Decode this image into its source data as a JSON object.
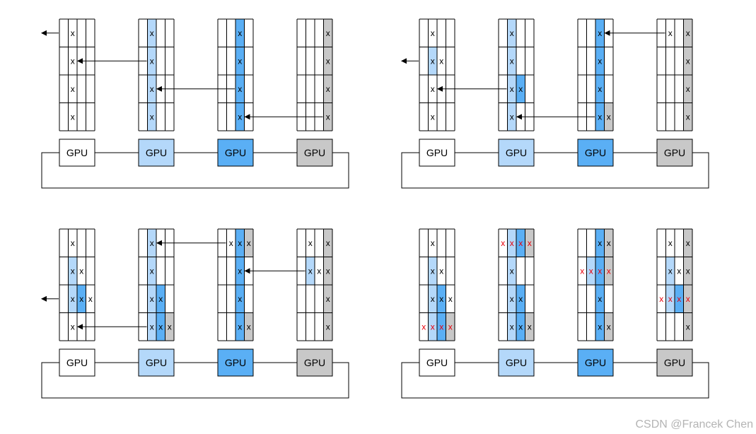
{
  "gpu_label": "GPU",
  "mark": "x",
  "watermark": "CSDN @Francek Chen",
  "colors": {
    "gpu_fills": [
      "#ffffff",
      "#b4d8fa",
      "#5aaff5",
      "#c8c8c8"
    ],
    "mark_default": "#000000",
    "mark_highlight": "#e8000b",
    "stroke": "#000000"
  },
  "panels": [
    {
      "name": "panel-top-left",
      "gpus": [
        {
          "fill_cols": [],
          "grid": [
            [
              "",
              "x",
              "",
              ""
            ],
            [
              "",
              "x",
              "",
              ""
            ],
            [
              "",
              "x",
              "",
              ""
            ],
            [
              "",
              "x",
              "",
              ""
            ]
          ]
        },
        {
          "fill_cols": [
            1
          ],
          "grid": [
            [
              "",
              "x",
              "",
              ""
            ],
            [
              "",
              "x",
              "",
              ""
            ],
            [
              "",
              "x",
              "",
              ""
            ],
            [
              "",
              "x",
              "",
              ""
            ]
          ]
        },
        {
          "fill_cols": [
            2
          ],
          "grid": [
            [
              "",
              "",
              "x",
              ""
            ],
            [
              "",
              "",
              "x",
              ""
            ],
            [
              "",
              "",
              "x",
              ""
            ],
            [
              "",
              "",
              "x",
              ""
            ]
          ]
        },
        {
          "fill_cols": [
            3
          ],
          "grid": [
            [
              "",
              "",
              "",
              "x"
            ],
            [
              "",
              "",
              "",
              "x"
            ],
            [
              "",
              "",
              "",
              "x"
            ],
            [
              "",
              "",
              "",
              "x"
            ]
          ]
        }
      ],
      "arrows": [
        {
          "from_gpu": 0,
          "to_gpu": -1,
          "row": 0
        },
        {
          "from_gpu": 1,
          "to_gpu": 0,
          "row": 1
        },
        {
          "from_gpu": 2,
          "to_gpu": 1,
          "row": 2
        },
        {
          "from_gpu": 3,
          "to_gpu": 2,
          "row": 3
        }
      ]
    },
    {
      "name": "panel-top-right",
      "gpus": [
        {
          "fill_cols": [],
          "extra": [
            [
              1,
              1,
              1
            ]
          ],
          "grid": [
            [
              "",
              "x",
              "",
              ""
            ],
            [
              "",
              "x",
              "x",
              ""
            ],
            [
              "",
              "x",
              "",
              ""
            ],
            [
              "",
              "x",
              "",
              ""
            ]
          ]
        },
        {
          "fill_cols": [
            1
          ],
          "extra": [
            [
              2,
              2,
              2
            ]
          ],
          "grid": [
            [
              "",
              "x",
              "",
              ""
            ],
            [
              "",
              "x",
              "",
              ""
            ],
            [
              "",
              "x",
              "x",
              ""
            ],
            [
              "",
              "x",
              "",
              ""
            ]
          ]
        },
        {
          "fill_cols": [
            2
          ],
          "extra": [
            [
              3,
              3,
              3
            ]
          ],
          "grid": [
            [
              "",
              "",
              "x",
              ""
            ],
            [
              "",
              "",
              "x",
              ""
            ],
            [
              "",
              "",
              "x",
              ""
            ],
            [
              "",
              "",
              "x",
              "x"
            ]
          ]
        },
        {
          "fill_cols": [
            3
          ],
          "extra": [
            [
              0,
              0,
              0
            ]
          ],
          "grid": [
            [
              "",
              "x",
              "",
              "x"
            ],
            [
              "",
              "",
              "",
              "x"
            ],
            [
              "",
              "",
              "",
              "x"
            ],
            [
              "",
              "",
              "",
              "x"
            ]
          ]
        }
      ],
      "arrows": [
        {
          "from_gpu": 0,
          "to_gpu": -1,
          "row": 1
        },
        {
          "from_gpu": 1,
          "to_gpu": 0,
          "row": 2
        },
        {
          "from_gpu": 2,
          "to_gpu": 1,
          "row": 3
        },
        {
          "from_gpu": 3,
          "to_gpu": 2,
          "row": 0
        }
      ]
    },
    {
      "name": "panel-bottom-left",
      "gpus": [
        {
          "fill_cols": [],
          "extra": [
            [
              1,
              1,
              1
            ],
            [
              2,
              1,
              1
            ],
            [
              2,
              2,
              2
            ]
          ],
          "grid": [
            [
              "",
              "x",
              "",
              ""
            ],
            [
              "",
              "x",
              "x",
              ""
            ],
            [
              "",
              "x",
              "x",
              "x"
            ],
            [
              "",
              "x",
              "",
              ""
            ]
          ]
        },
        {
          "fill_cols": [
            1
          ],
          "extra": [
            [
              2,
              2,
              2
            ],
            [
              3,
              2,
              2
            ],
            [
              3,
              3,
              3
            ]
          ],
          "grid": [
            [
              "",
              "x",
              "",
              ""
            ],
            [
              "",
              "x",
              "",
              ""
            ],
            [
              "",
              "x",
              "x",
              ""
            ],
            [
              "",
              "x",
              "x",
              "x"
            ]
          ]
        },
        {
          "fill_cols": [
            2
          ],
          "extra": [
            [
              3,
              3,
              3
            ],
            [
              0,
              3,
              3
            ],
            [
              0,
              0,
              0
            ]
          ],
          "grid": [
            [
              "",
              "x",
              "x",
              "x"
            ],
            [
              "",
              "",
              "x",
              ""
            ],
            [
              "",
              "",
              "x",
              ""
            ],
            [
              "",
              "",
              "x",
              "x"
            ]
          ]
        },
        {
          "fill_cols": [
            3
          ],
          "extra": [
            [
              0,
              0,
              0
            ],
            [
              1,
              0,
              0
            ],
            [
              1,
              1,
              1
            ]
          ],
          "grid": [
            [
              "",
              "x",
              "",
              "x"
            ],
            [
              "",
              "x",
              "x",
              "x"
            ],
            [
              "",
              "",
              "",
              "x"
            ],
            [
              "",
              "",
              "",
              "x"
            ]
          ]
        }
      ],
      "arrows": [
        {
          "from_gpu": 0,
          "to_gpu": -1,
          "row": 2
        },
        {
          "from_gpu": 1,
          "to_gpu": 0,
          "row": 3
        },
        {
          "from_gpu": 2,
          "to_gpu": 1,
          "row": 0
        },
        {
          "from_gpu": 3,
          "to_gpu": 2,
          "row": 1
        }
      ]
    },
    {
      "name": "panel-bottom-right",
      "gpus": [
        {
          "fill_cols": [],
          "extra": [
            [
              1,
              1,
              1
            ],
            [
              2,
              1,
              1
            ],
            [
              2,
              2,
              2
            ],
            [
              3,
              1,
              1
            ],
            [
              3,
              2,
              2
            ],
            [
              3,
              3,
              3
            ]
          ],
          "grid": [
            [
              "",
              "x",
              "",
              ""
            ],
            [
              "",
              "x",
              "x",
              ""
            ],
            [
              "",
              "x",
              "x",
              "x"
            ],
            [
              "x",
              "x",
              "x",
              "x"
            ]
          ],
          "red": [
            [
              3,
              0
            ],
            [
              3,
              1
            ],
            [
              3,
              2
            ],
            [
              3,
              3
            ]
          ]
        },
        {
          "fill_cols": [
            1
          ],
          "extra": [
            [
              2,
              2,
              2
            ],
            [
              3,
              2,
              2
            ],
            [
              3,
              3,
              3
            ],
            [
              0,
              2,
              2
            ],
            [
              0,
              3,
              3
            ],
            [
              0,
              0,
              0
            ]
          ],
          "grid": [
            [
              "x",
              "x",
              "x",
              "x"
            ],
            [
              "",
              "x",
              "",
              ""
            ],
            [
              "",
              "x",
              "x",
              ""
            ],
            [
              "",
              "x",
              "x",
              "x"
            ]
          ],
          "red": [
            [
              0,
              0
            ],
            [
              0,
              1
            ],
            [
              0,
              2
            ],
            [
              0,
              3
            ]
          ]
        },
        {
          "fill_cols": [
            2
          ],
          "extra": [
            [
              3,
              3,
              3
            ],
            [
              0,
              3,
              3
            ],
            [
              0,
              0,
              0
            ],
            [
              1,
              3,
              3
            ],
            [
              1,
              0,
              0
            ],
            [
              1,
              1,
              1
            ]
          ],
          "grid": [
            [
              "",
              "",
              "x",
              "x"
            ],
            [
              "x",
              "x",
              "x",
              "x"
            ],
            [
              "",
              "",
              "x",
              ""
            ],
            [
              "",
              "",
              "x",
              "x"
            ]
          ],
          "red": [
            [
              1,
              0
            ],
            [
              1,
              1
            ],
            [
              1,
              2
            ],
            [
              1,
              3
            ]
          ]
        },
        {
          "fill_cols": [
            3
          ],
          "extra": [
            [
              0,
              0,
              0
            ],
            [
              1,
              0,
              0
            ],
            [
              1,
              1,
              1
            ],
            [
              2,
              0,
              0
            ],
            [
              2,
              1,
              1
            ],
            [
              2,
              2,
              2
            ]
          ],
          "grid": [
            [
              "",
              "x",
              "",
              "x"
            ],
            [
              "",
              "x",
              "x",
              "x"
            ],
            [
              "x",
              "x",
              "x",
              "x"
            ],
            [
              "",
              "",
              "",
              "x"
            ]
          ],
          "red": [
            [
              2,
              0
            ],
            [
              2,
              1
            ],
            [
              2,
              2
            ],
            [
              2,
              3
            ]
          ]
        }
      ],
      "arrows": []
    }
  ]
}
